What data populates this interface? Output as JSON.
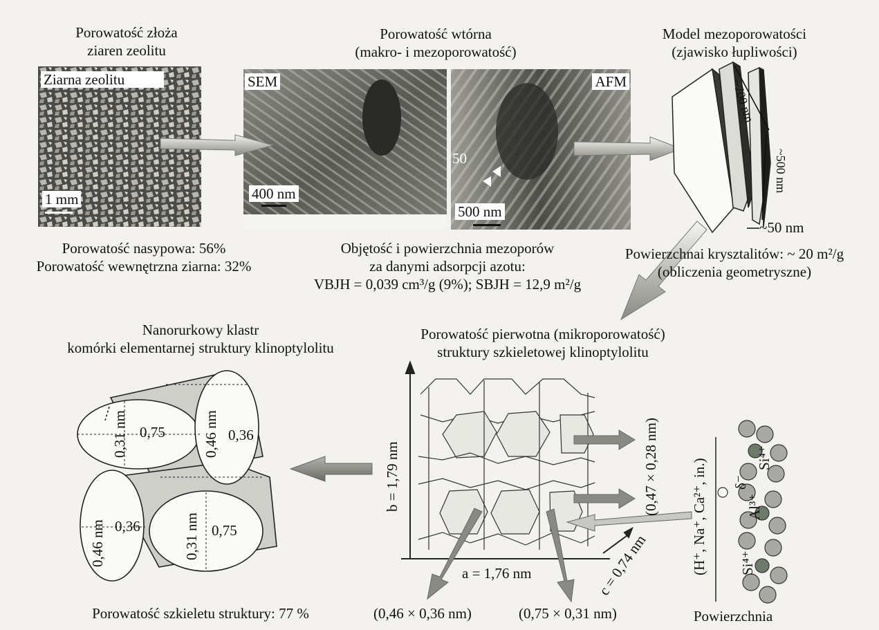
{
  "top": {
    "col1_title": [
      "Porowatość złoża",
      "ziaren zeolitu"
    ],
    "col2_title": [
      "Porowatość wtórna",
      "(makro- i mezoporowatość)"
    ],
    "col3_title": [
      "Model mezoporowatości",
      "(zjawisko łupliwości)"
    ]
  },
  "panels": {
    "grains_label": "Ziarna zeolitu",
    "grains_scale": "1 mm",
    "sem_label": "SEM",
    "sem_scale": "400 nm",
    "afm_label": "AFM",
    "afm_scale_small": "50",
    "afm_scale": "500 nm"
  },
  "model_dims": {
    "d1": "~700 nm",
    "d2": "~500 nm",
    "d3": "~50 nm"
  },
  "stats": {
    "bulk_porosity": "Porowatość nasypowa: 56%",
    "internal_porosity": "Porowatość wewnętrzna ziarna: 32%",
    "meso_title": [
      "Objętość i powierzchnia mezoporów",
      "za danymi adsorpcji azotu:"
    ],
    "meso_values": "VBJH = 0,039 cm³/g (9%); SBJH = 12,9 m²/g",
    "crystal_surface": "Powierzchnai krysztalitów: ~ 20 m²/g",
    "crystal_note": "(obliczenia geometrysz­ne)"
  },
  "bottom": {
    "cluster_title": [
      "Nanorurkowy klastr",
      "komórki elementarnej struktury klinoptylolitu"
    ],
    "primary_title": [
      "Porowatość pierwotna (mikroporowatość)",
      "struktury szkieletowej klinoptylolitu"
    ],
    "skeleton_porosity": "Porowatość szkieletu struktury: 77 %",
    "pore1": "(0,46 × 0,36 nm)",
    "pore2": "(0,75 × 0,31 nm)",
    "pore3": "(0,47 × 0,28 nm)",
    "axis_b": "b = 1,79 nm",
    "axis_a": "a = 1,76 nm",
    "axis_c": "c = 0,74 nm",
    "cations": "(H⁺, Na⁺, Ca²⁺, in.)",
    "surface_label": "Powierzchnia",
    "delta": "δ⁻",
    "si_top": "Si⁴⁺",
    "al": "Al³⁺",
    "si_bottom": "Si⁴⁺"
  },
  "ellipse_labels": {
    "tl_big": "0,75",
    "tl_small": "0,31 nm",
    "tr_big": "0,46 nm",
    "tr_small": "0,36",
    "bl_big": "0,46 nm",
    "bl_small": "0,36",
    "br_big": "0,75",
    "br_small": "0,31 nm"
  }
}
